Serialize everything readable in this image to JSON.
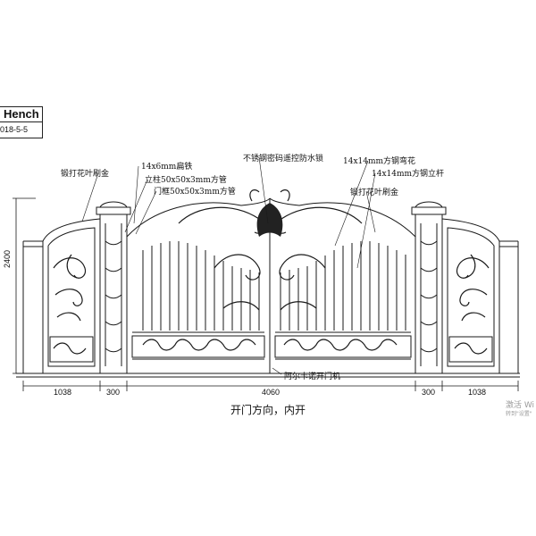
{
  "title_block": {
    "name": "Hench",
    "date": "018-5-5"
  },
  "annotations": [
    "锻打花叶刷金",
    "14x6mm扁铁",
    "立柱50x50x3mm方管",
    "门框50x50x3mm方管",
    "不锈钢密码遥控防水锁",
    "14x14mm方钢弯花",
    "14x14mm方钢立杆",
    "锻打花叶刷金",
    "阿尔卡诺开门机"
  ],
  "dimensions": {
    "height": "2400",
    "left_panel": "1038",
    "left_pillar": "300",
    "gate": "4060",
    "right_pillar": "300",
    "right_panel": "1038"
  },
  "caption": "开门方向，内开",
  "watermark": [
    "激活 Wi",
    "转到\"设置\""
  ],
  "colors": {
    "line": "#1a1a1a",
    "background": "#ffffff"
  }
}
